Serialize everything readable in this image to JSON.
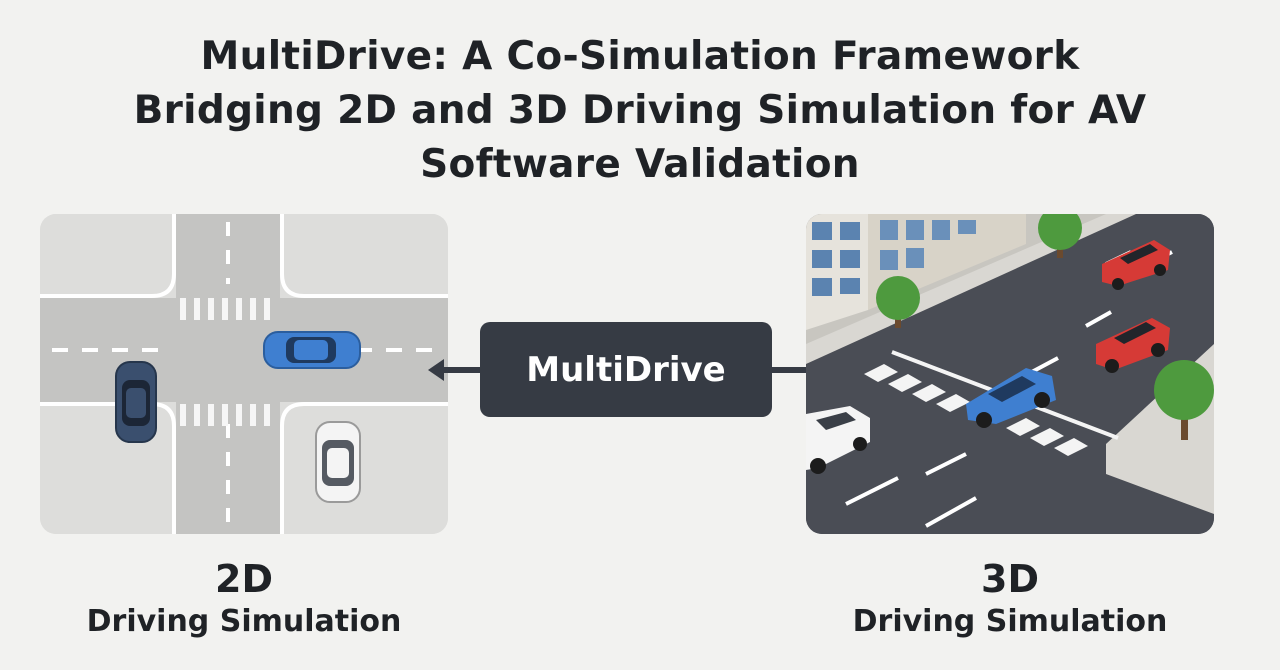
{
  "title": {
    "line1": "MultiDrive: A Co-Simulation Framework",
    "line2": "Bridging 2D and 3D Driving Simulation for AV",
    "line3": "Software Validation"
  },
  "center": {
    "label": "MultiDrive"
  },
  "left": {
    "heading": "2D",
    "subheading": "Driving Simulation"
  },
  "right": {
    "heading": "3D",
    "subheading": "Driving Simulation"
  },
  "colors": {
    "background": "#f2f2f0",
    "center_box": "#363b44",
    "car_blue": "#3f7fd0",
    "car_navy": "#3a4f6e",
    "car_red": "#d63a36",
    "car_white": "#f4f4f4",
    "road_2d": "#c4c4c2",
    "road_3d": "#4a4d55",
    "tree": "#4e9a3e"
  },
  "icons": [
    "left-arrow-icon",
    "right-arrow-icon",
    "car-icon",
    "tree-icon",
    "building-icon"
  ]
}
